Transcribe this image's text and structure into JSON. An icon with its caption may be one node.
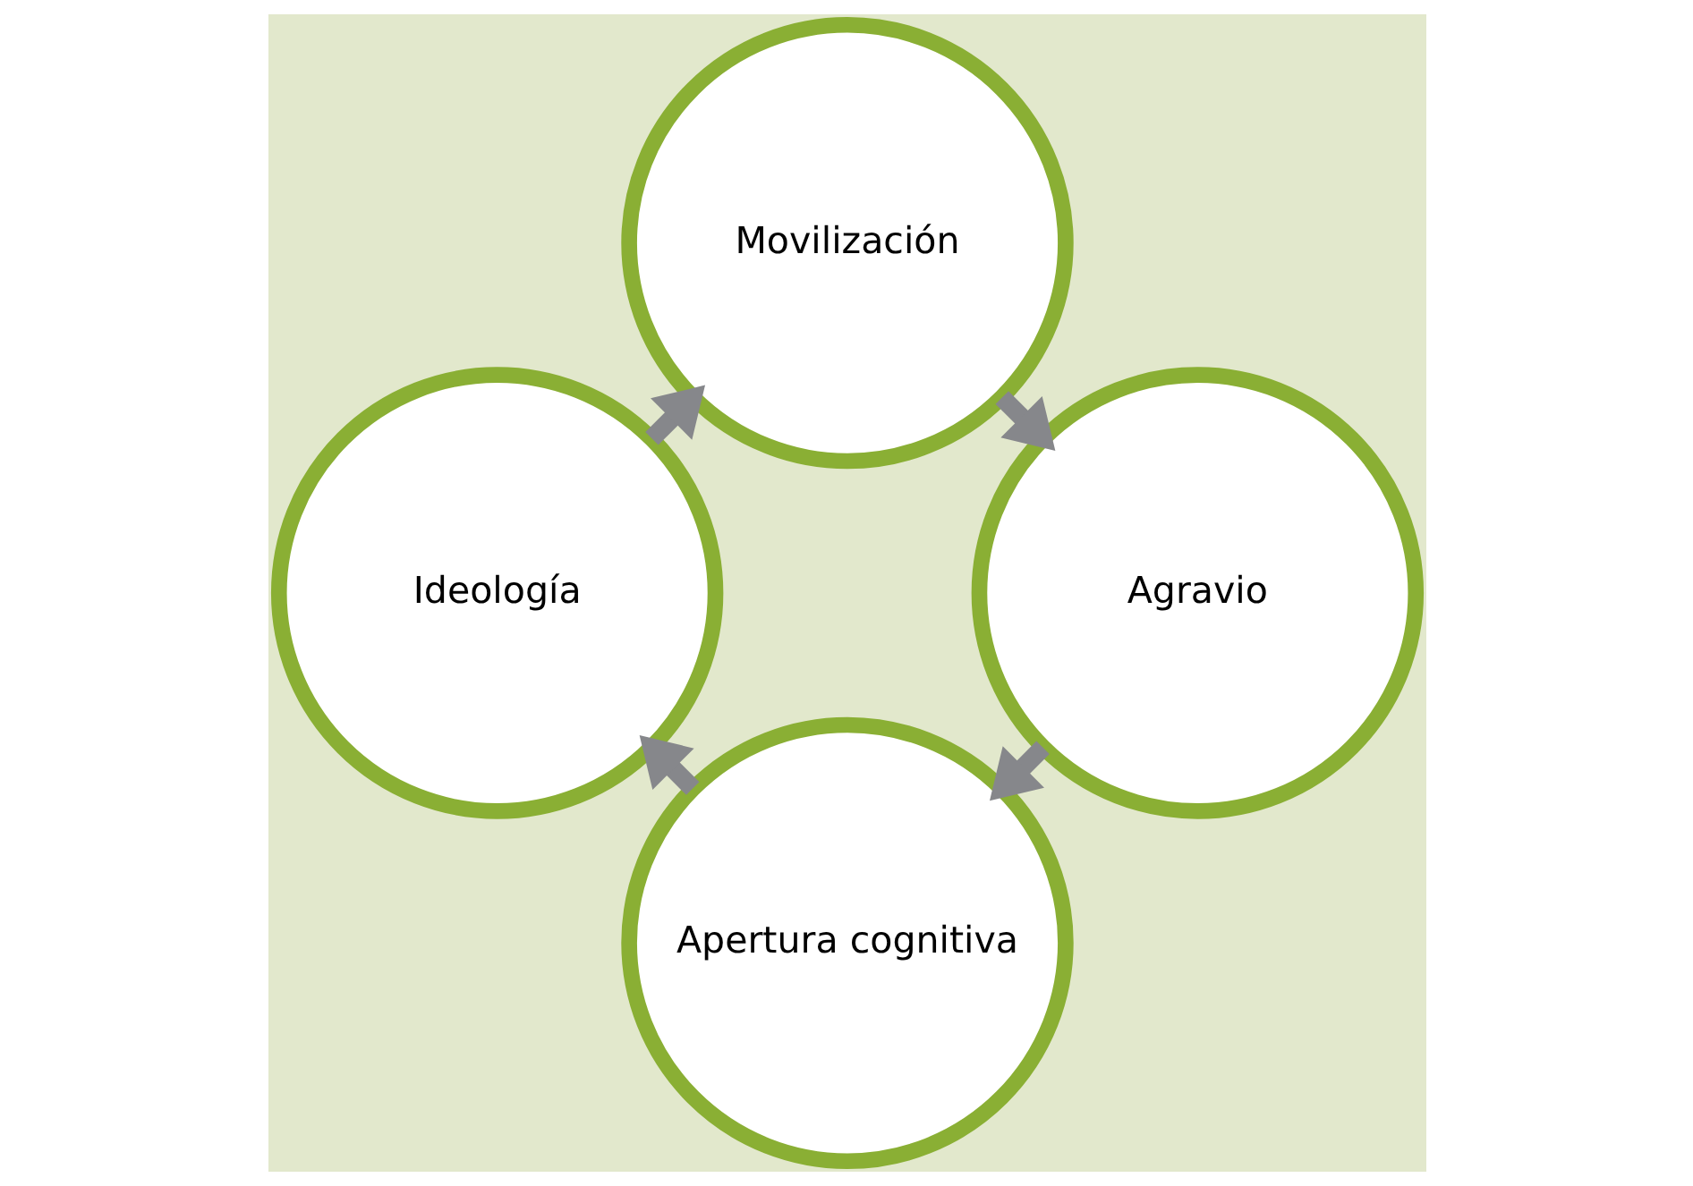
{
  "diagram": {
    "nodes": [
      {
        "text": [
          "Apertura cognitiva"
        ]
      },
      {
        "text": [
          "Ideología"
        ]
      },
      {
        "text": [
          "Movilización"
        ]
      },
      {
        "text": [
          "Agravio"
        ]
      }
    ],
    "edges": [
      {
        "from": 0,
        "to": 1,
        "arrow": "to"
      },
      {
        "from": 1,
        "to": 2,
        "arrow": "to"
      },
      {
        "from": 2,
        "to": 3,
        "arrow": "to"
      },
      {
        "from": 3,
        "to": 0,
        "arrow": "to"
      }
    ]
  }
}
